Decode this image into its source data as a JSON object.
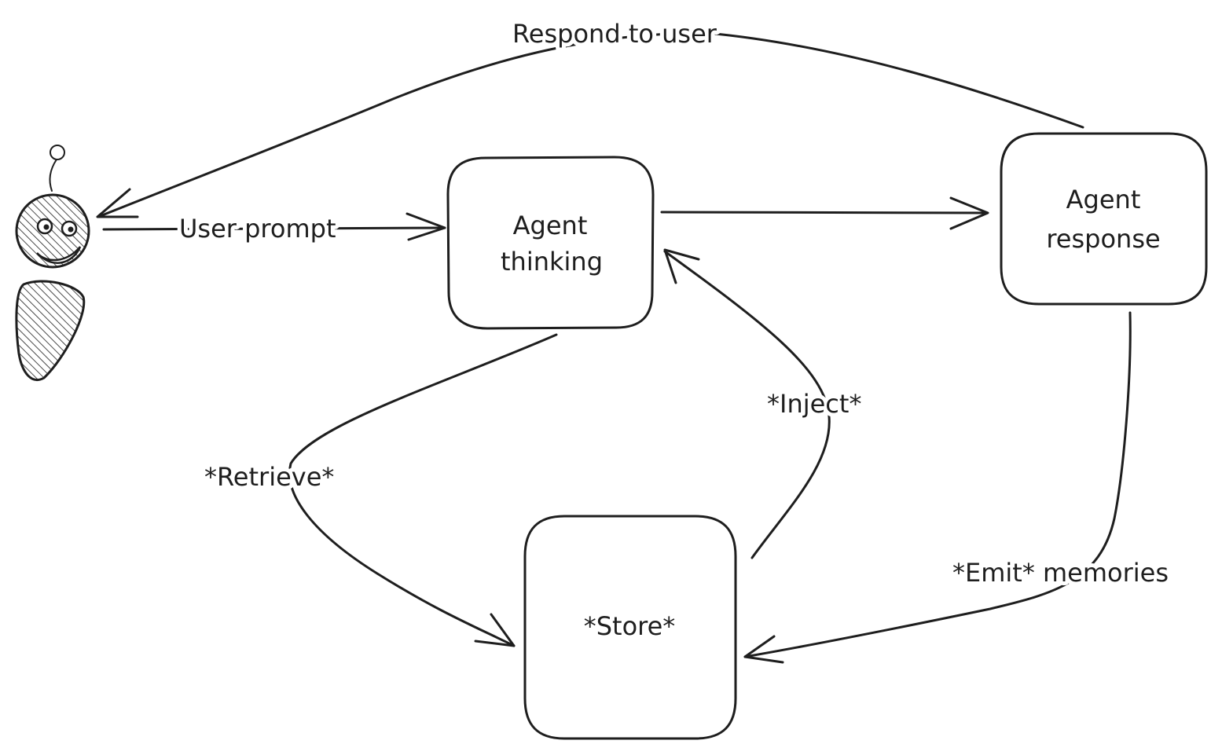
{
  "diagram": {
    "nodes": {
      "agent_thinking": {
        "line1": "Agent",
        "line2": "thinking"
      },
      "agent_response": {
        "line1": "Agent",
        "line2": "response"
      },
      "store": {
        "label": "*Store*"
      }
    },
    "edges": {
      "user_prompt": "User prompt",
      "respond_to_user": "Respond to user",
      "retrieve": "*Retrieve*",
      "inject": "*Inject*",
      "emit_memories": "*Emit* memories"
    },
    "colors": {
      "stroke": "#1e1e1e",
      "background": "#ffffff"
    },
    "icons": {
      "user": "stick-figure-user-icon"
    }
  }
}
